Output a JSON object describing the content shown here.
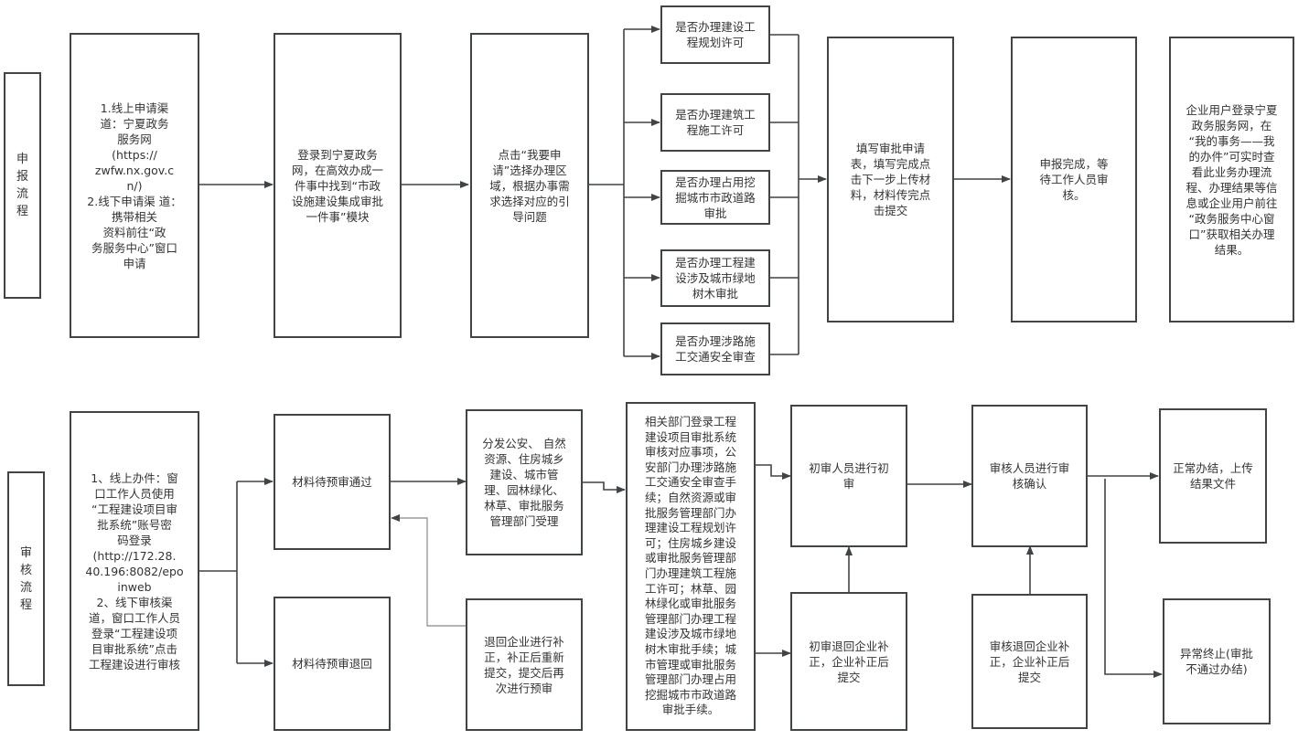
{
  "diagram": {
    "lanes": {
      "apply": "申\n报\n流\n程",
      "review": "审\n核\n流\n程"
    },
    "apply_flow": {
      "channels": "1.线上申请渠\n道：宁夏政务\n服务网\n(https://\nzwfw.nx.gov.c\nn/)\n2.线下申请渠 道：\n携带相关\n资料前往“政\n务服务中心”窗口\n申请",
      "login": "登录到宁夏政务\n网，在高效办成一\n件事中找到“市政\n设施建设集成审批\n一件事”模块",
      "click_apply": "点击“我要申\n请”选择办理区\n域，根据办事需\n求选择对应的引\n导问题",
      "questions": [
        "是否办理建设工\n程规划许可",
        "是否办理建筑工\n程施工许可",
        "是否办理占用挖\n掘城市市政道路\n审批",
        "是否办理工程建\n设涉及城市绿地\n树木审批",
        "是否办理涉路施\n工交通安全审查"
      ],
      "fill_form": "填写审批申请\n表，填写完成点\n击下一步上传材\n料，材料传完点\n击提交",
      "submitted": "申报完成，等\n待工作人员审\n核。",
      "check_result": "企业用户登录宁夏\n政务服务网，在\n“我的事务——我\n的办件”可实时查\n看此业务办理流\n程、办理结果等信\n息或企业用户前往\n“政务服务中心窗\n口”获取相关办理\n结果。"
    },
    "review_flow": {
      "online_offline": "1、线上办件：窗\n口工作人员使用\n“工程建设项目审\n批系统”账号密\n码登录\n(http://172.28.\n40.196:8082/epo\ninweb\n2、线下审核渠\n道，窗口工作人员\n登录“工程建设项\n目审批系统”点击\n工程建设进行审核",
      "pre_pass": "材料待预审通过",
      "pre_return": "材料待预审退回",
      "distribute": "分发公安、 自然\n资源、住房城乡\n建设、城市管\n理、园林绿化、\n林草、审批服务\n管理部门受理",
      "return_fix": "退回企业进行补\n正，补正后重新\n提交，提交后再\n次进行预审",
      "departments": "相关部门登录工程\n建设项目审批系统\n审核对应事项，公\n安部门办理涉路施\n工交通安全审查手\n续；自然资源或审\n批服务管理部门办\n理建设工程规划许\n可；住房城乡建设\n或审批服务管理部\n门办理建筑工程施\n工许可；林草、园\n林绿化或审批服务\n管理部门办理工程\n建设涉及城市绿地\n树木审批手续；城\n市管理或审批服务\n管理部门办理占用\n挖掘城市市政道路\n审批手续。",
      "first_review": "初审人员进行初\n审",
      "first_return": "初审退回企业补\n正，企业补正后\n提交",
      "final_review": "审核人员进行审\n核确认",
      "final_return": "审核退回企业补\n正，企业补正后\n提交",
      "done_normal": "正常办结，上传\n结果文件",
      "done_abnormal": "异常终止(审批\n不通过办结)"
    }
  }
}
